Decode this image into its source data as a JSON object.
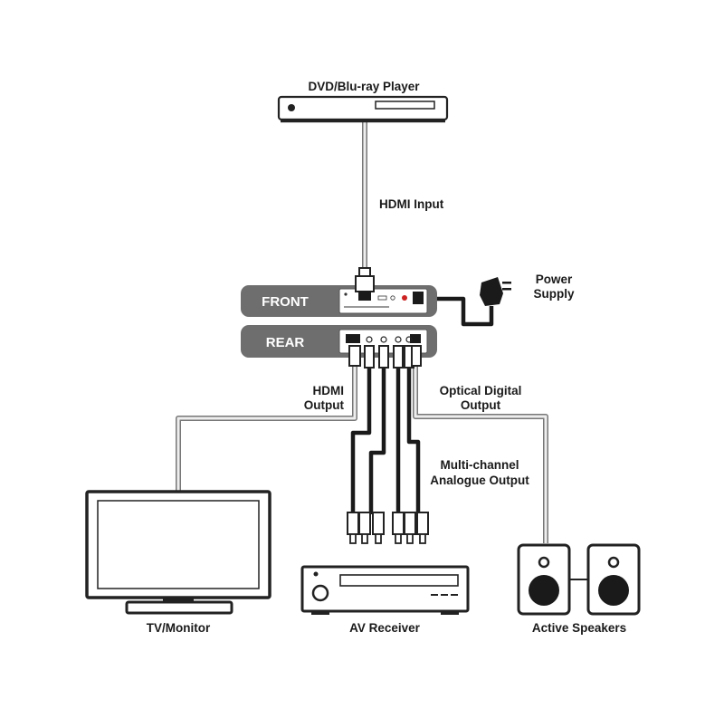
{
  "labels": {
    "dvd_player": "DVD/Blu-ray Player",
    "hdmi_input": "HDMI Input",
    "power_supply_line1": "Power",
    "power_supply_line2": "Supply",
    "front": "FRONT",
    "rear": "REAR",
    "hdmi_output_line1": "HDMI",
    "hdmi_output_line2": "Output",
    "optical_line1": "Optical Digital",
    "optical_line2": "Output",
    "multichannel_line1": "Multi-channel",
    "multichannel_line2": "Analogue Output",
    "tv_monitor": "TV/Monitor",
    "av_receiver": "AV Receiver",
    "active_speakers": "Active Speakers"
  },
  "colors": {
    "panel": "#6e6e6e",
    "cable_grey": "#777777",
    "cable_black": "#1a1a1a",
    "outline": "#222222"
  }
}
